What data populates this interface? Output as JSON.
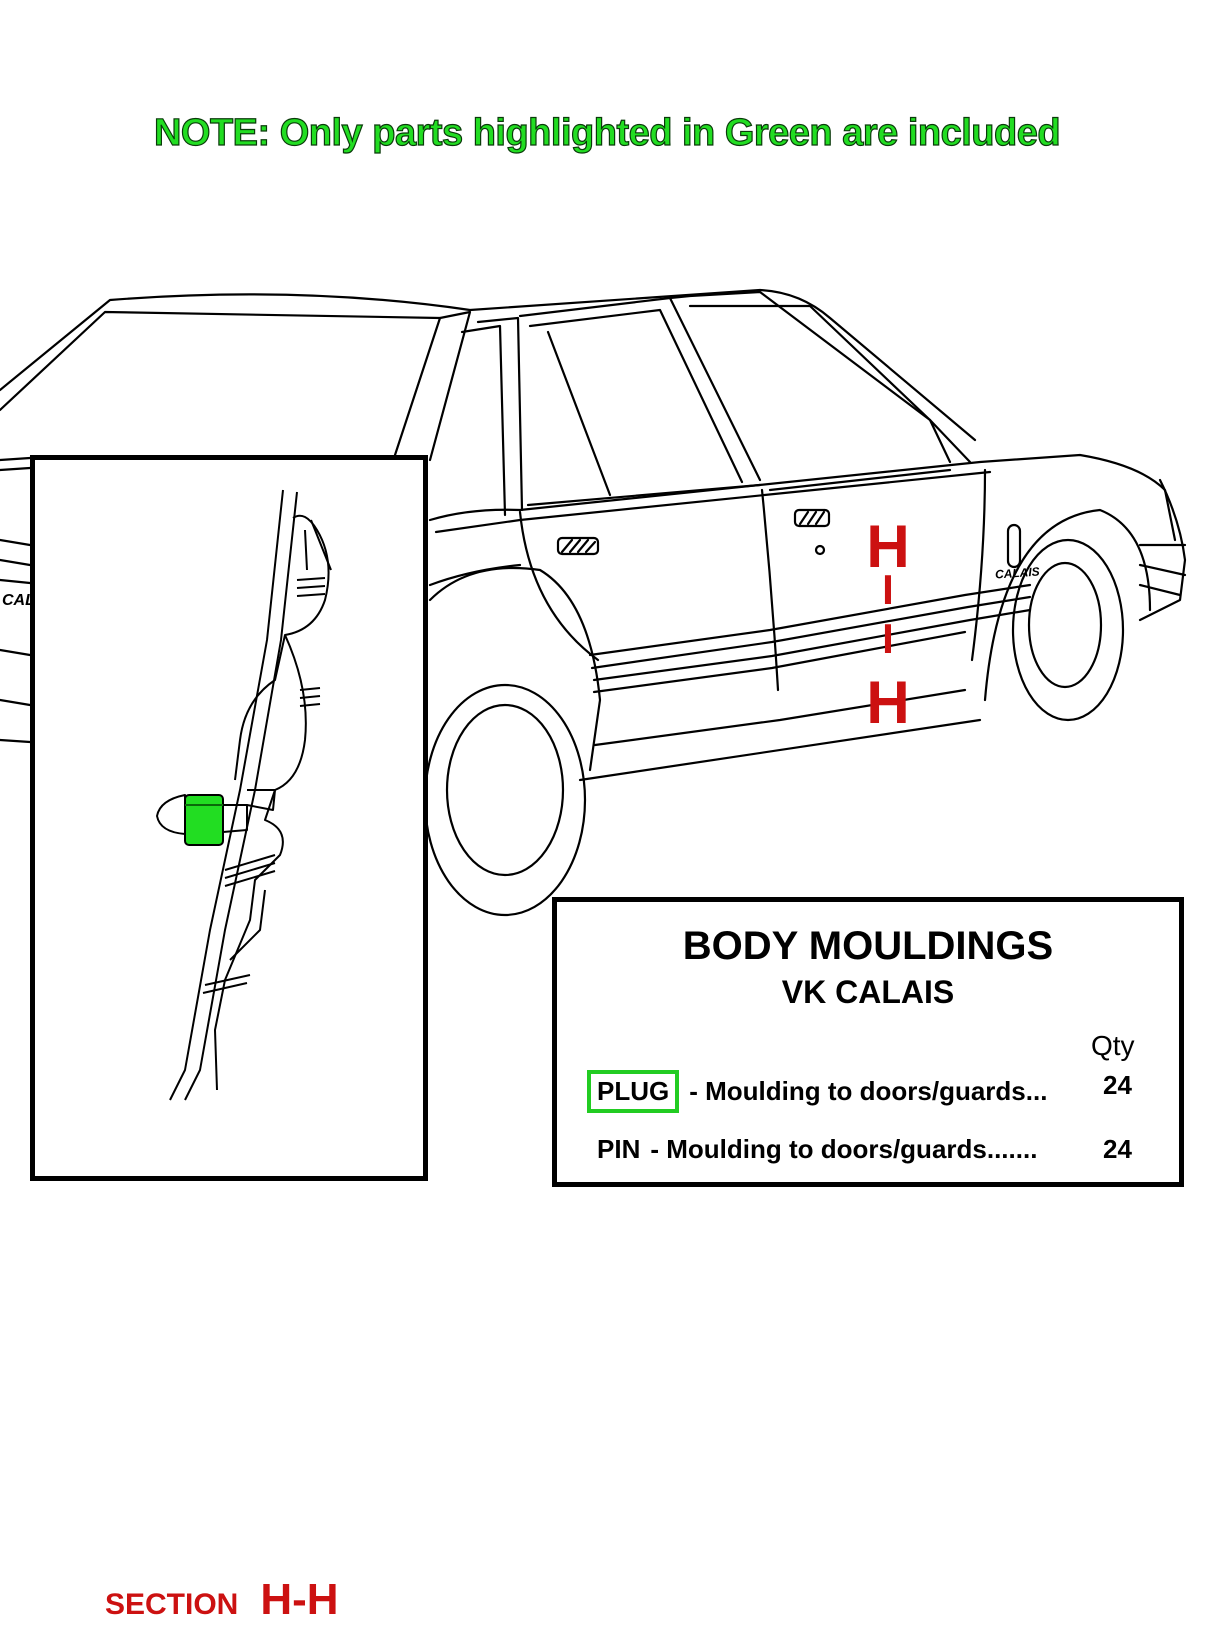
{
  "note": "NOTE:  Only parts highlighted in Green are included",
  "hh_marker": [
    "H",
    "I",
    "I",
    "H"
  ],
  "section": {
    "word": "SECTION",
    "code": "H-H"
  },
  "car_badge": "CALAIS",
  "rear_badge": "CAL",
  "info": {
    "title": "BODY MOULDINGS",
    "subtitle": "VK CALAIS",
    "qty_header": "Qty",
    "parts": [
      {
        "name": "PLUG",
        "description": "-  Moulding to doors/guards...",
        "qty": "24",
        "highlighted": true
      },
      {
        "name": "PIN",
        "description": "-  Moulding to doors/guards.......",
        "qty": "24",
        "highlighted": false
      }
    ]
  },
  "colors": {
    "highlight_green": "#22dd22",
    "section_red": "#cc1111"
  }
}
